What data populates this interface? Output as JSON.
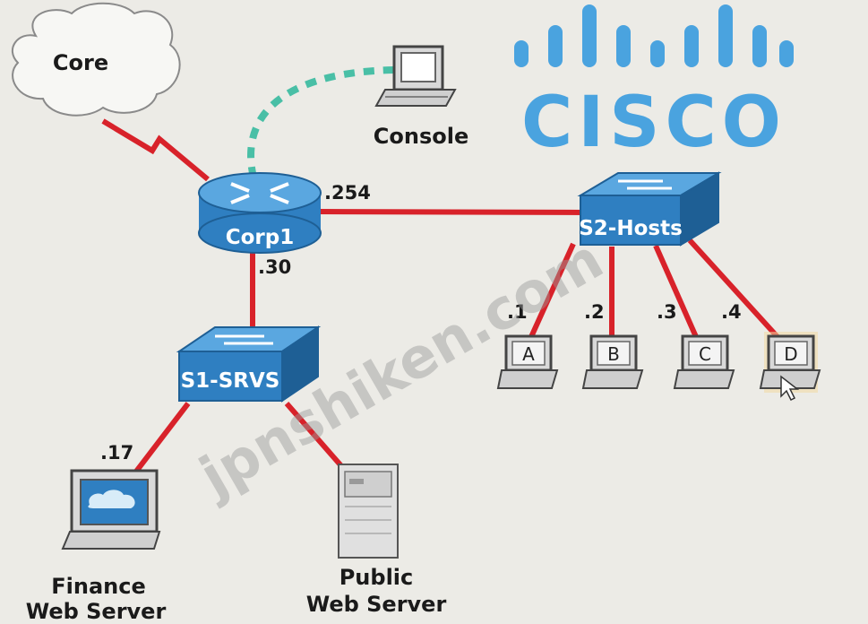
{
  "branding": {
    "logo_text": "CISCO",
    "logo_color": "#4aa3df"
  },
  "watermark": "jpnshiken.com",
  "colors": {
    "link": "#d8222a",
    "console_link": "#49bfa6",
    "device_blue": "#2f7fc1",
    "device_blue_light": "#5aa7e0"
  },
  "nodes": {
    "core": {
      "label": "Core",
      "icon": "cloud-icon"
    },
    "console": {
      "label": "Console",
      "icon": "pc-icon"
    },
    "router": {
      "label": "Corp1",
      "icon": "router-icon"
    },
    "switch_hosts": {
      "label": "S2-Hosts",
      "icon": "switch-icon"
    },
    "switch_servers": {
      "label": "S1-SRVS",
      "icon": "switch-icon"
    },
    "host_a": {
      "label": "A",
      "icon": "pc-icon"
    },
    "host_b": {
      "label": "B",
      "icon": "pc-icon"
    },
    "host_c": {
      "label": "C",
      "icon": "pc-icon"
    },
    "host_d": {
      "label": "D",
      "icon": "pc-icon"
    },
    "finance_server": {
      "label_line1": "Finance",
      "label_line2": "Web Server",
      "icon": "laptop-server-icon"
    },
    "public_server": {
      "label_line1": "Public",
      "label_line2": "Web Server",
      "icon": "tower-server-icon"
    }
  },
  "addresses": {
    "router_lan": ".254",
    "router_srv": ".30",
    "host_a": ".1",
    "host_b": ".2",
    "host_c": ".3",
    "host_d": ".4",
    "finance": ".17"
  }
}
